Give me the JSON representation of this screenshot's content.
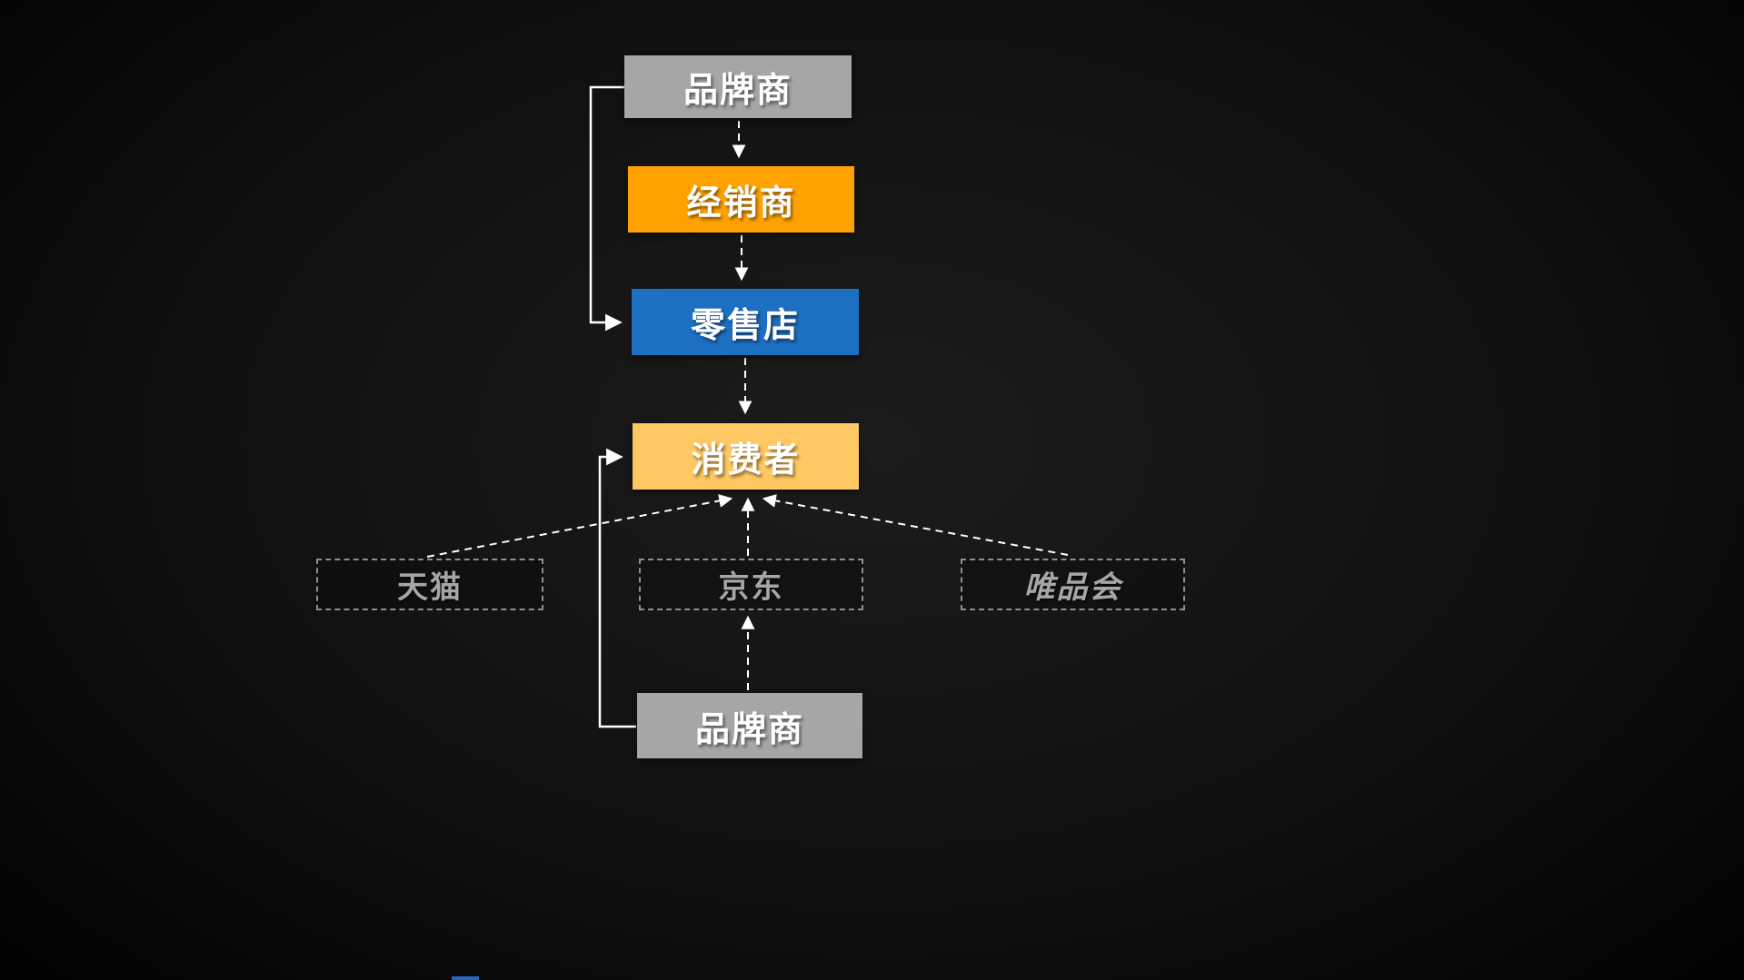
{
  "diagram": {
    "title": "",
    "nodes": {
      "brand_top": {
        "label": "品牌商",
        "color": "#a6a6a6",
        "text_color": "#ffffff",
        "shape": "solid-rect"
      },
      "distributor": {
        "label": "经销商",
        "color": "#ffa200",
        "text_color": "#ffffff",
        "shape": "solid-rect"
      },
      "retail": {
        "label": "零售店",
        "color": "#1d6fc2",
        "text_color": "#ffffff",
        "shape": "solid-rect"
      },
      "consumer": {
        "label": "消费者",
        "color": "#ffc862",
        "text_color": "#ffffff",
        "shape": "solid-rect"
      },
      "tmall": {
        "label": "天猫",
        "border_color": "#8f8f8f",
        "text_color": "#a6a6a6",
        "shape": "dashed-rect"
      },
      "jd": {
        "label": "京东",
        "border_color": "#8f8f8f",
        "text_color": "#a6a6a6",
        "shape": "dashed-rect"
      },
      "vipshop": {
        "label": "唯品会",
        "border_color": "#8f8f8f",
        "text_color": "#a6a6a6",
        "shape": "dashed-rect",
        "italic": true
      },
      "brand_bottom": {
        "label": "品牌商",
        "color": "#a6a6a6",
        "text_color": "#ffffff",
        "shape": "solid-rect"
      }
    },
    "edges": [
      {
        "from": "brand_top",
        "to": "distributor",
        "style": "dashed-arrow"
      },
      {
        "from": "distributor",
        "to": "retail",
        "style": "dashed-arrow"
      },
      {
        "from": "retail",
        "to": "consumer",
        "style": "dashed-arrow"
      },
      {
        "from": "brand_top",
        "to": "retail",
        "style": "solid-arrow"
      },
      {
        "from": "tmall",
        "to": "consumer",
        "style": "dashed-arrow"
      },
      {
        "from": "jd",
        "to": "consumer",
        "style": "dashed-arrow"
      },
      {
        "from": "vipshop",
        "to": "consumer",
        "style": "dashed-arrow"
      },
      {
        "from": "brand_bottom",
        "to": "jd",
        "style": "dashed-arrow"
      },
      {
        "from": "brand_bottom",
        "to": "consumer",
        "style": "solid-arrow"
      }
    ],
    "arrow_color": "#ffffff",
    "background_color": "#0d0d0d"
  }
}
